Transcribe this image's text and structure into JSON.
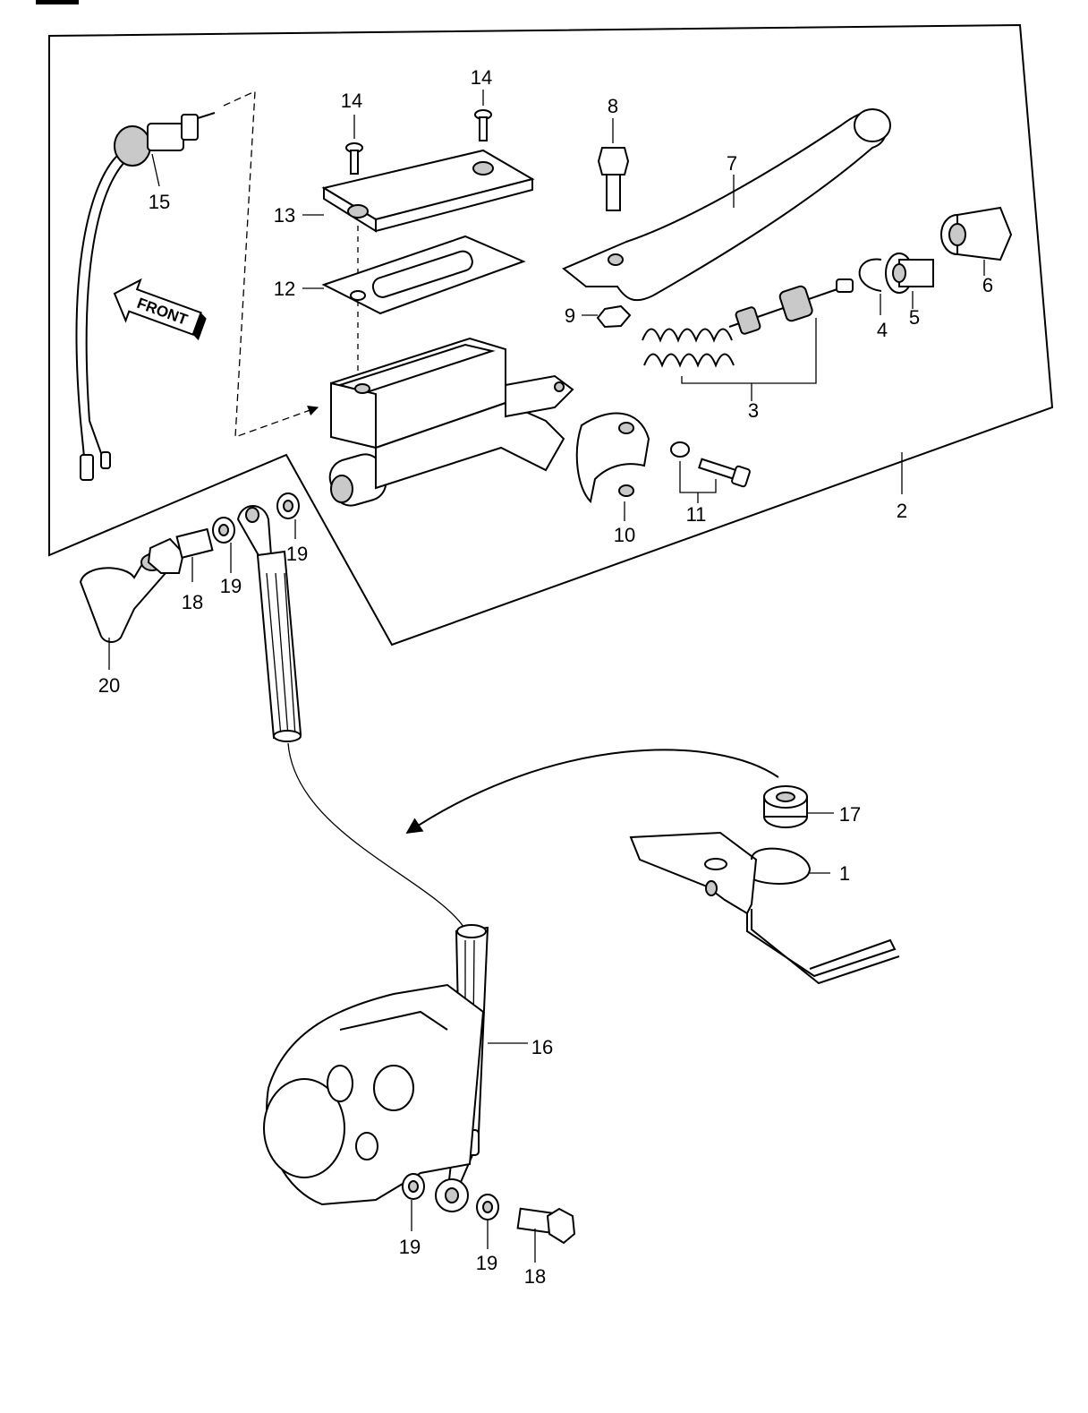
{
  "front_arrow": {
    "text": "FRONT"
  },
  "labels": {
    "p1": "1",
    "p2": "2",
    "p3": "3",
    "p4": "4",
    "p5": "5",
    "p6": "6",
    "p7": "7",
    "p8": "8",
    "p9": "9",
    "p10": "10",
    "p11": "11",
    "p12": "12",
    "p13": "13",
    "p14a": "14",
    "p14b": "14",
    "p15": "15",
    "p16": "16",
    "p17": "17",
    "p18a": "18",
    "p18b": "18",
    "p19a": "19",
    "p19b": "19",
    "p19c": "19",
    "p19d": "19",
    "p20": "20"
  }
}
